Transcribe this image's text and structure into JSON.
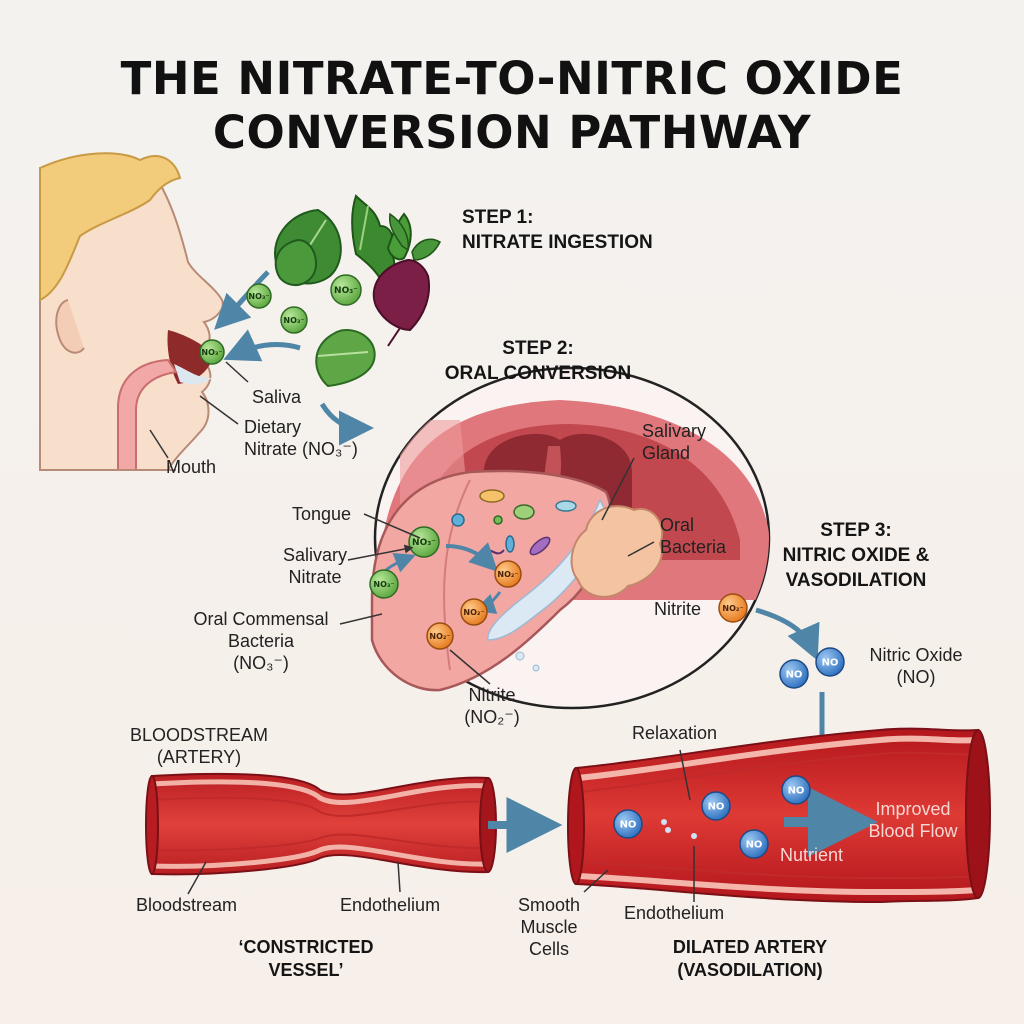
{
  "title": {
    "line1": "THE NITRATE-TO-NITRIC OXIDE",
    "line2": "CONVERSION PATHWAY"
  },
  "step1": {
    "number": "STEP 1:",
    "name": "NITRATE INGESTION"
  },
  "step2": {
    "number": "STEP 2:",
    "name": "ORAL CONVERSION"
  },
  "step3": {
    "number": "STEP 3:",
    "line1": "NITRIC OXIDE &",
    "line2": "VASODILATION"
  },
  "labels": {
    "saliva": "Saliva",
    "dietary_nitrate_line1": "Dietary",
    "dietary_nitrate_line2": "Nitrate (NO₃⁻)",
    "mouth": "Mouth",
    "salivary_gland_line1": "Salivary",
    "salivary_gland_line2": "Gland",
    "tongue": "Tongue",
    "salivary_nitrate_line1": "Salivary",
    "salivary_nitrate_line2": "Nitrate",
    "oral_bacteria_line1": "Oral",
    "oral_bacteria_line2": "Bacteria",
    "oral_commensal_line1": "Oral Commensal",
    "oral_commensal_line2": "Bacteria",
    "oral_commensal_line3": "(NO₃⁻)",
    "nitrite_oral_line1": "Nitrite",
    "nitrite_oral_line2": "(NO₂⁻)",
    "nitrite_step3": "Nitrite",
    "nitric_oxide_line1": "Nitric Oxide",
    "nitric_oxide_line2": "(NO)",
    "bloodstream_artery_line1": "BLOODSTREAM",
    "bloodstream_artery_line2": "(ARTERY)",
    "relaxation": "Relaxation",
    "improved_line1": "Improved",
    "improved_line2": "Blood Flow",
    "nutrient": "Nutrient",
    "bloodstream": "Bloodstream",
    "endothelium_left": "Endothelium",
    "smooth_muscle_line1": "Smooth",
    "smooth_muscle_line2": "Muscle",
    "smooth_muscle_line3": "Cells",
    "endothelium_right": "Endothelium",
    "constricted_line1": "‘CONSTRICTED",
    "constricted_line2": "VESSEL’",
    "dilated_line1": "DILATED ARTERY",
    "dilated_line2": "(VASODILATION)"
  },
  "molecules": {
    "nitrate": "NO₃⁻",
    "nitrite": "NO₂⁻",
    "nitric_oxide": "NO"
  },
  "colors": {
    "skin": "#f7dcc8",
    "hair": "#f2cc7a",
    "nitrate_green": "#7ac25a",
    "nitrite_orange": "#f39a3c",
    "no_blue": "#3f84d0",
    "artery_red": "#d8302e",
    "arrow_teal": "#4f86a8",
    "tongue_pink": "#f0a3a0"
  },
  "icons": [
    "spinach-leaf-icon",
    "arugula-leaf-icon",
    "beet-icon",
    "bacteria-icon",
    "flow-arrow-icon"
  ]
}
